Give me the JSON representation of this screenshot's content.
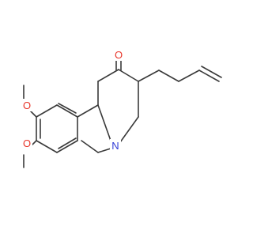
{
  "structure": {
    "atoms": {
      "ketone_oxygen": "O",
      "methoxy_oxygen_upper": "O",
      "methoxy_oxygen_lower": "O",
      "ring_nitrogen": "N"
    },
    "colors": {
      "bond": "#3a3a3a",
      "oxygen": "#e8352a",
      "nitrogen": "#2f3ad6",
      "background": "#ffffff"
    }
  }
}
